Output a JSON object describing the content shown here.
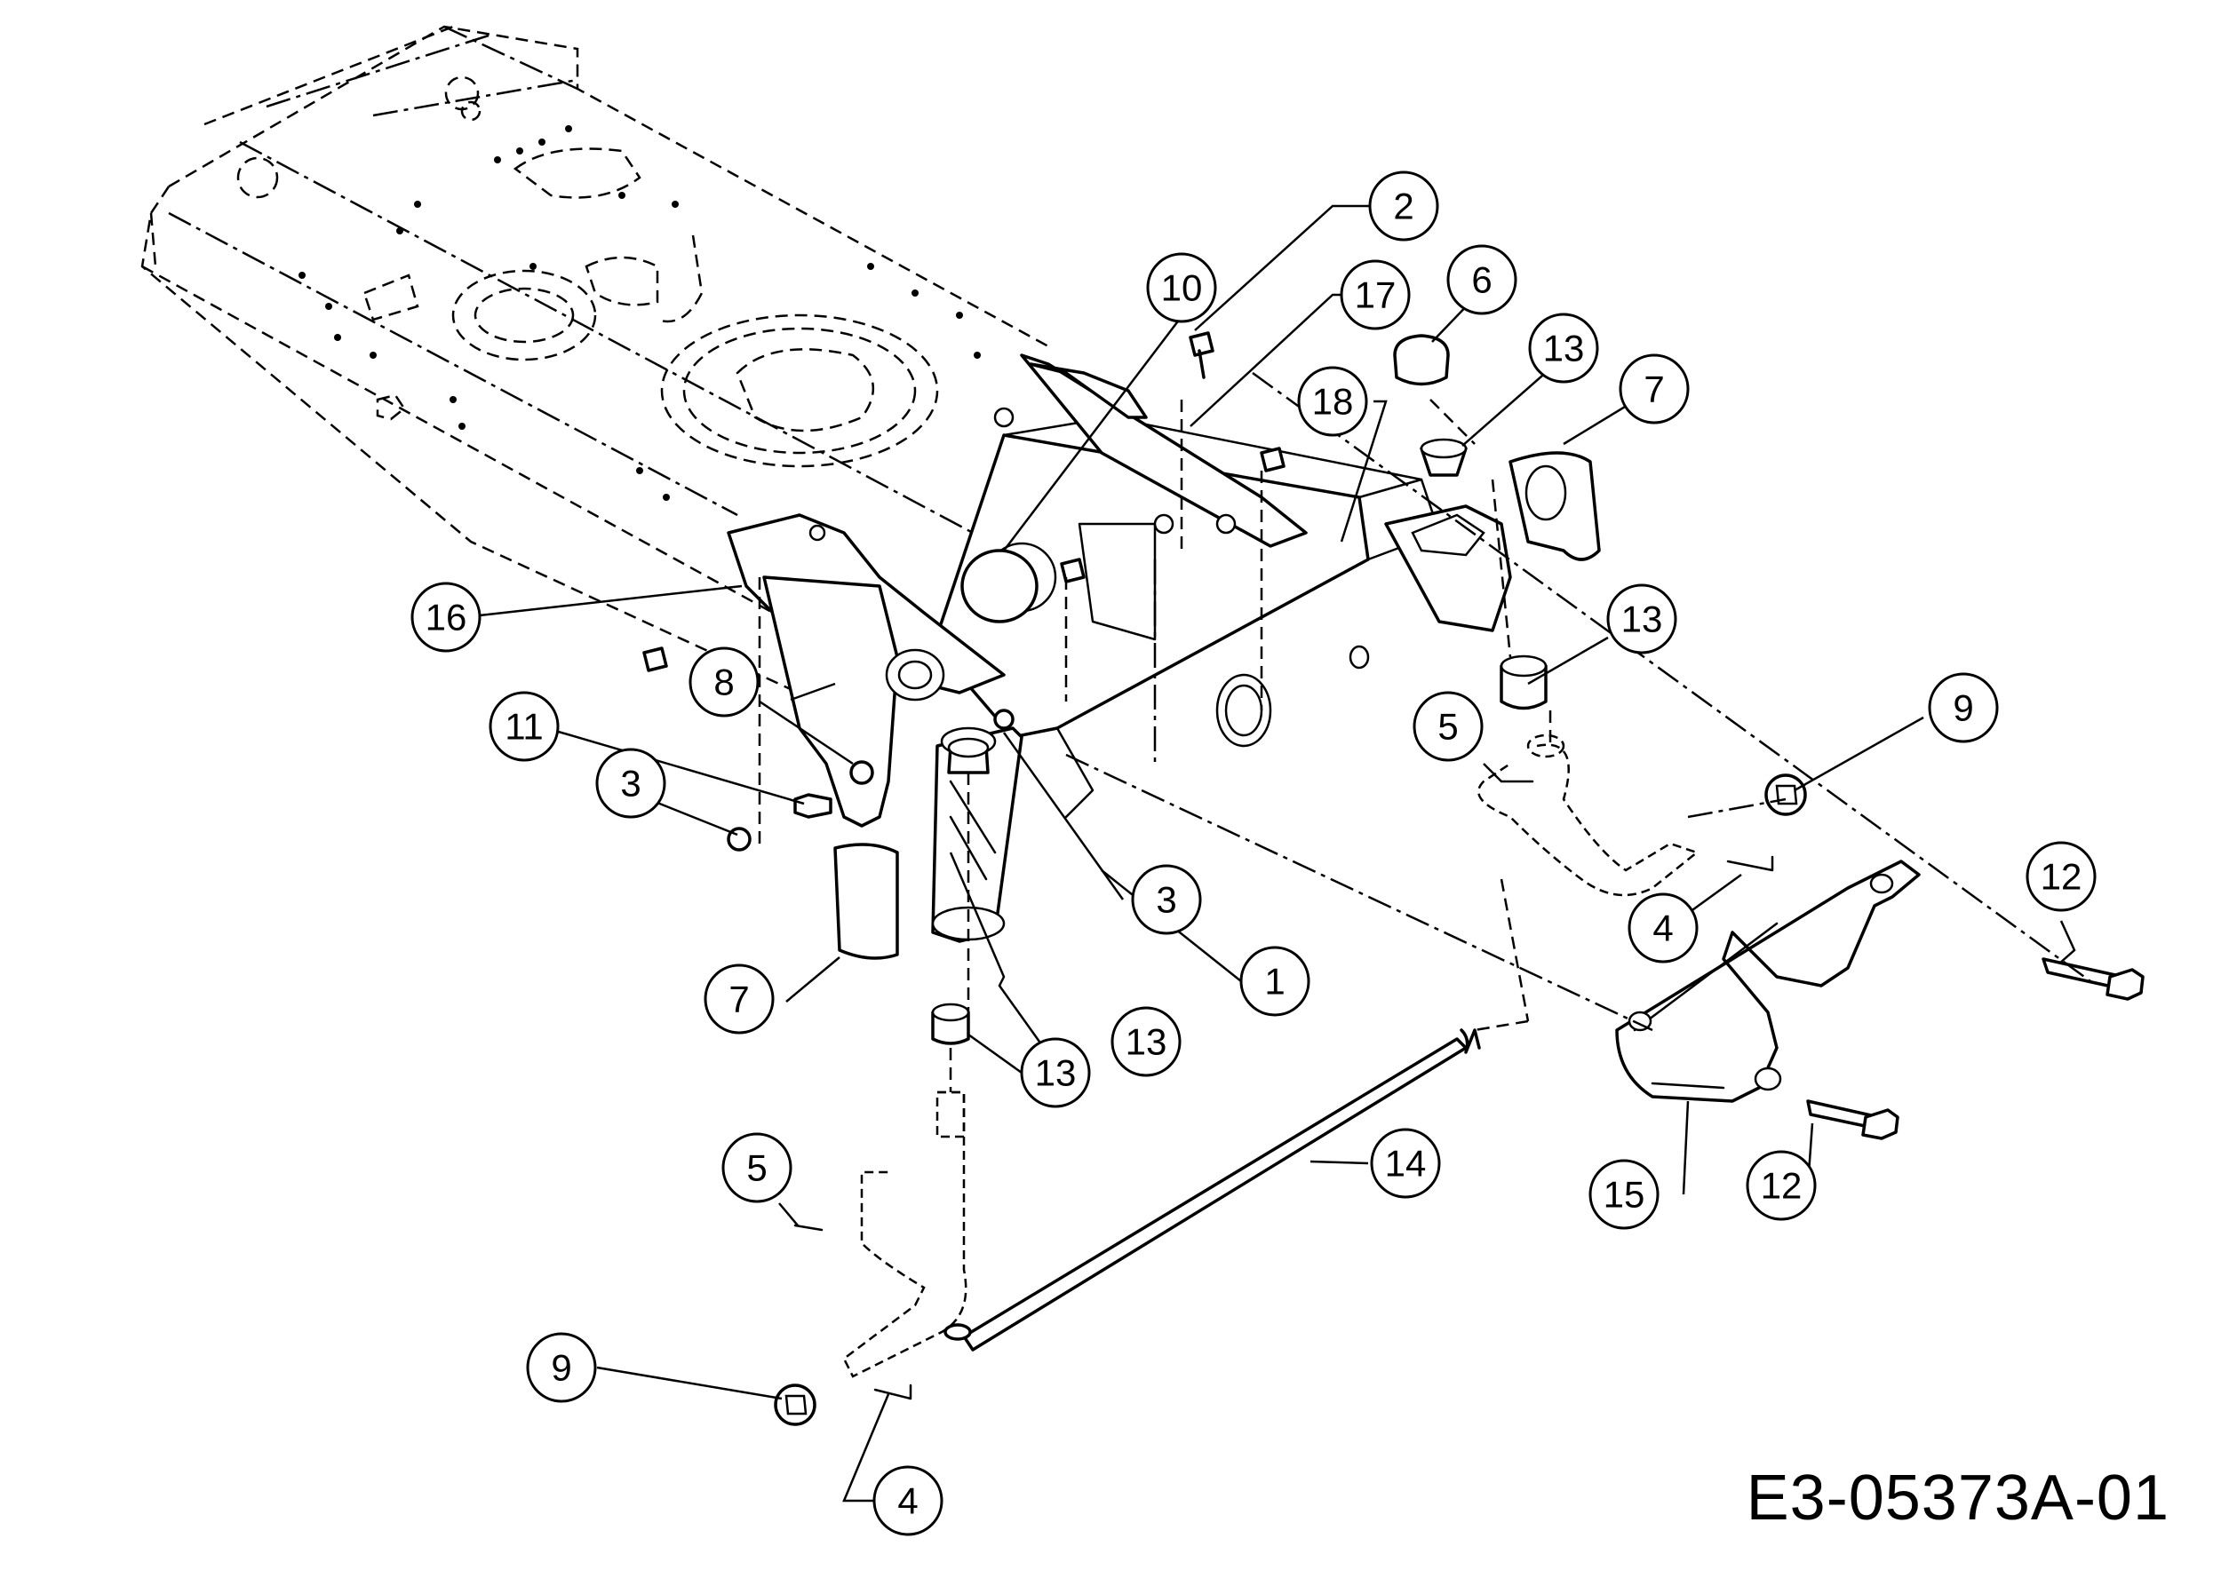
{
  "diagram": {
    "drawing_code": "E3-05373A-01",
    "callouts": [
      {
        "id": "c2",
        "number": "2"
      },
      {
        "id": "c10",
        "number": "10"
      },
      {
        "id": "c17",
        "number": "17"
      },
      {
        "id": "c6",
        "number": "6"
      },
      {
        "id": "c13a",
        "number": "13"
      },
      {
        "id": "c7a",
        "number": "7"
      },
      {
        "id": "c18",
        "number": "18"
      },
      {
        "id": "c16",
        "number": "16"
      },
      {
        "id": "c13b",
        "number": "13"
      },
      {
        "id": "c8",
        "number": "8"
      },
      {
        "id": "c9a",
        "number": "9"
      },
      {
        "id": "c11",
        "number": "11"
      },
      {
        "id": "c5a",
        "number": "5"
      },
      {
        "id": "c3a",
        "number": "3"
      },
      {
        "id": "c3b",
        "number": "3"
      },
      {
        "id": "c12a",
        "number": "12"
      },
      {
        "id": "c4a",
        "number": "4"
      },
      {
        "id": "c1",
        "number": "1"
      },
      {
        "id": "c7b",
        "number": "7"
      },
      {
        "id": "c13c",
        "number": "13"
      },
      {
        "id": "c13d",
        "number": "13"
      },
      {
        "id": "c14",
        "number": "14"
      },
      {
        "id": "c5b",
        "number": "5"
      },
      {
        "id": "c15",
        "number": "15"
      },
      {
        "id": "c12b",
        "number": "12"
      },
      {
        "id": "c9b",
        "number": "9"
      },
      {
        "id": "c4b",
        "number": "4"
      }
    ]
  }
}
